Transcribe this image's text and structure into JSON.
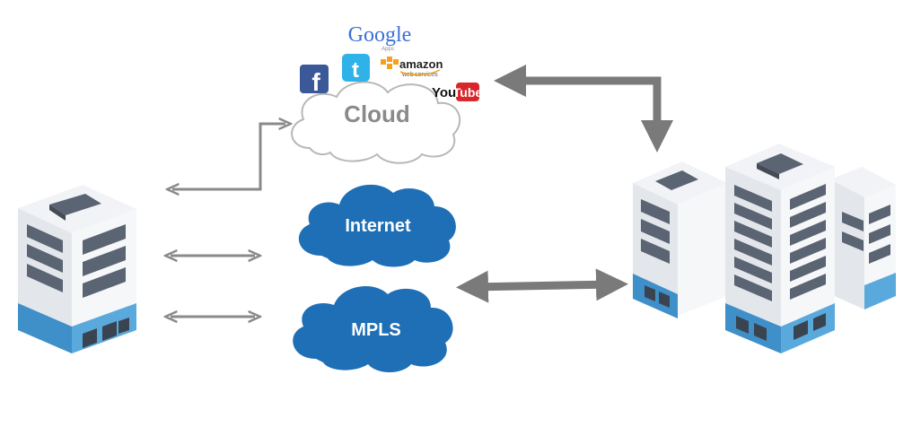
{
  "diagram": {
    "nodes": {
      "cloud": {
        "label": "Cloud"
      },
      "internet": {
        "label": "Internet"
      },
      "mpls": {
        "label": "MPLS"
      },
      "branch": {
        "icon": "building-icon"
      },
      "hq": {
        "icon": "office-complex-icon"
      }
    },
    "services": {
      "google": "Google",
      "google_sub": "Apps",
      "amazon": "amazon",
      "amazon_sub1": "web",
      "amazon_sub2": "services",
      "youtube_you": "You",
      "youtube_tube": "Tube",
      "facebook": "f",
      "twitter": "t"
    },
    "colors": {
      "cloud_blue": "#1e6fb5",
      "cloud_outline": "#b8b8b8",
      "cloud_text": "#8a8a8a",
      "arrow": "#7a7a7a",
      "building_gray": "#e6e9ee",
      "building_blue": "#4f9fd6",
      "window": "#5a6472"
    }
  }
}
